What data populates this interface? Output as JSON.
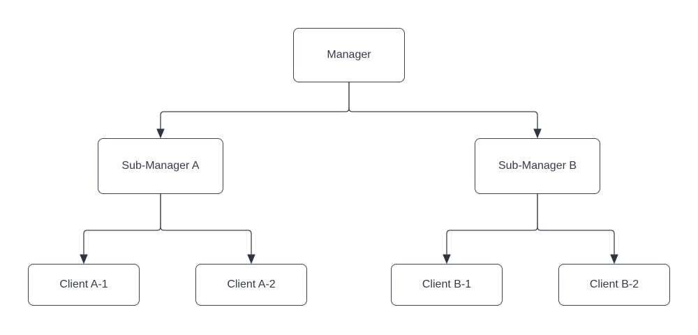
{
  "diagram": {
    "type": "org-chart",
    "nodes": {
      "manager": {
        "label": "Manager"
      },
      "sub_manager_a": {
        "label": "Sub-Manager A"
      },
      "sub_manager_b": {
        "label": "Sub-Manager B"
      },
      "client_a1": {
        "label": "Client A-1"
      },
      "client_a2": {
        "label": "Client A-2"
      },
      "client_b1": {
        "label": "Client B-1"
      },
      "client_b2": {
        "label": "Client B-2"
      }
    },
    "edges": [
      {
        "from": "Manager",
        "to": "Sub-Manager A"
      },
      {
        "from": "Manager",
        "to": "Sub-Manager B"
      },
      {
        "from": "Sub-Manager A",
        "to": "Client A-1"
      },
      {
        "from": "Sub-Manager A",
        "to": "Client A-2"
      },
      {
        "from": "Sub-Manager B",
        "to": "Client B-1"
      },
      {
        "from": "Sub-Manager B",
        "to": "Client B-2"
      }
    ],
    "colors": {
      "background": "#ffffff",
      "node_fill": "#ffffff",
      "node_border": "#3d4451",
      "text": "#333a49",
      "connector": "#3d4451",
      "arrowhead": "#2e3542"
    }
  }
}
